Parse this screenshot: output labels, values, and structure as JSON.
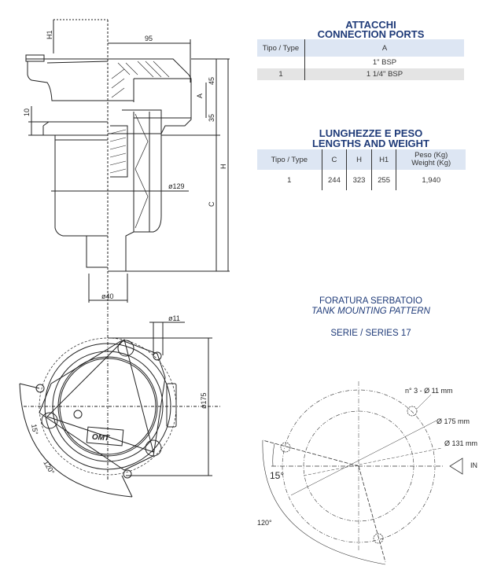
{
  "drawing_side": {
    "labels": {
      "h1": "H1",
      "d95": "95",
      "d45": "45",
      "a": "A",
      "d35": "35",
      "d10": "10",
      "h": "H",
      "c": "C",
      "d129": "ø129",
      "d40": "ø40"
    }
  },
  "drawing_top": {
    "labels": {
      "d11": "ø11",
      "d175": "ø175",
      "a15": "15°",
      "a120": "120°"
    },
    "logo_text": "OMT"
  },
  "connection_ports": {
    "title_it": "ATTACCHI",
    "title_en": "CONNECTION PORTS",
    "headers": [
      "Tipo / Type",
      "A"
    ],
    "rows": [
      [
        "",
        "1\" BSP"
      ],
      [
        "1",
        "1 1/4\" BSP"
      ]
    ]
  },
  "lengths_weight": {
    "title_it": "LUNGHEZZE E PESO",
    "title_en": "LENGTHS AND WEIGHT",
    "headers": [
      "Tipo / Type",
      "C",
      "H",
      "H1",
      "Peso (Kg)",
      "Weight (Kg)"
    ],
    "rows": [
      [
        "1",
        "244",
        "323",
        "255",
        "1,940"
      ]
    ]
  },
  "mounting": {
    "title_it": "FORATURA SERBATOIO",
    "title_en": "TANK MOUNTING PATTERN",
    "series": "SERIE / SERIES 17",
    "labels": {
      "holes": "n° 3 - Ø 11 mm",
      "d175": "Ø 175 mm",
      "d131": "Ø 131 mm",
      "inlet": "IN",
      "a15": "15°",
      "a120": "120°"
    }
  }
}
